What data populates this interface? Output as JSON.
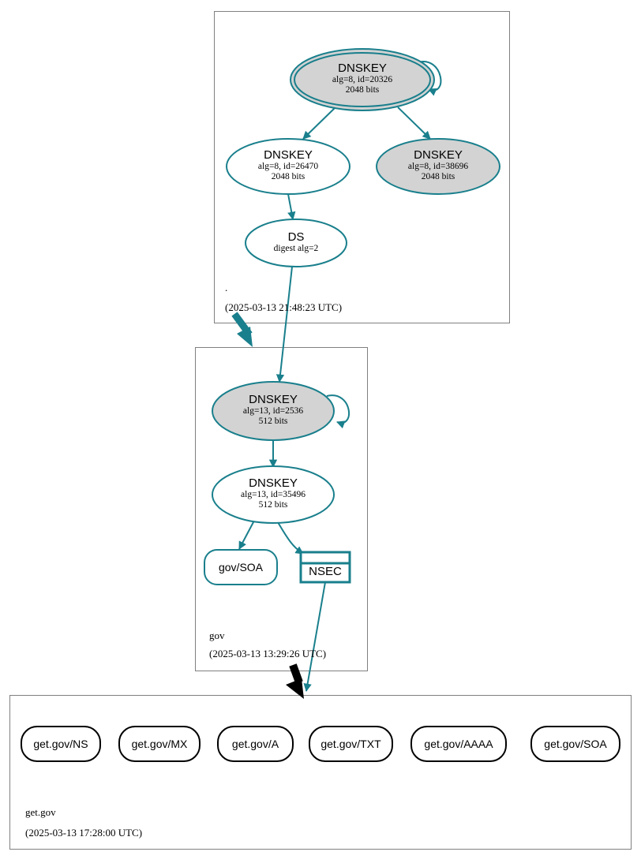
{
  "diagram": {
    "type": "dnssec-authentication-chain",
    "colors": {
      "edge": "#197f8c",
      "node_stroke": "#197f8c",
      "node_fill_secure": "#d3d3d3",
      "node_fill_plain": "#ffffff",
      "zone_border": "#808080",
      "leaf_stroke": "#000000",
      "delegation_arrow": "#000000"
    }
  },
  "zones": [
    {
      "id": "root",
      "label": ".",
      "timestamp": "(2025-03-13 21:48:23 UTC)",
      "nodes": [
        {
          "id": "root-ksk-20326",
          "kind": "dnskey",
          "shape": "double-ellipse",
          "fill": "secure",
          "title": "DNSKEY",
          "line2": "alg=8, id=20326",
          "line3": "2048 bits",
          "self_signed": true
        },
        {
          "id": "root-zsk-26470",
          "kind": "dnskey",
          "shape": "ellipse",
          "fill": "plain",
          "title": "DNSKEY",
          "line2": "alg=8, id=26470",
          "line3": "2048 bits",
          "self_signed": false
        },
        {
          "id": "root-zsk-38696",
          "kind": "dnskey",
          "shape": "ellipse",
          "fill": "secure",
          "title": "DNSKEY",
          "line2": "alg=8, id=38696",
          "line3": "2048 bits",
          "self_signed": false
        },
        {
          "id": "root-ds",
          "kind": "ds",
          "shape": "ellipse",
          "fill": "plain",
          "title": "DS",
          "line2": "digest alg=2",
          "line3": "",
          "self_signed": false
        }
      ]
    },
    {
      "id": "gov",
      "label": "gov",
      "timestamp": "(2025-03-13 13:29:26 UTC)",
      "nodes": [
        {
          "id": "gov-ksk-2536",
          "kind": "dnskey",
          "shape": "ellipse",
          "fill": "secure",
          "title": "DNSKEY",
          "line2": "alg=13, id=2536",
          "line3": "512 bits",
          "self_signed": true
        },
        {
          "id": "gov-zsk-35496",
          "kind": "dnskey",
          "shape": "ellipse",
          "fill": "plain",
          "title": "DNSKEY",
          "line2": "alg=13, id=35496",
          "line3": "512 bits",
          "self_signed": false
        }
      ],
      "rrsets": [
        {
          "id": "gov-soa",
          "label": "gov/SOA",
          "shape": "rounded-rect"
        },
        {
          "id": "gov-nsec",
          "label": "NSEC",
          "shape": "record-box"
        }
      ]
    },
    {
      "id": "getgov",
      "label": "get.gov",
      "timestamp": "(2025-03-13 17:28:00 UTC)",
      "rrsets": [
        {
          "id": "getgov-ns",
          "label": "get.gov/NS"
        },
        {
          "id": "getgov-mx",
          "label": "get.gov/MX"
        },
        {
          "id": "getgov-a",
          "label": "get.gov/A"
        },
        {
          "id": "getgov-txt",
          "label": "get.gov/TXT"
        },
        {
          "id": "getgov-aaaa",
          "label": "get.gov/AAAA"
        },
        {
          "id": "getgov-soa",
          "label": "get.gov/SOA"
        }
      ]
    }
  ]
}
